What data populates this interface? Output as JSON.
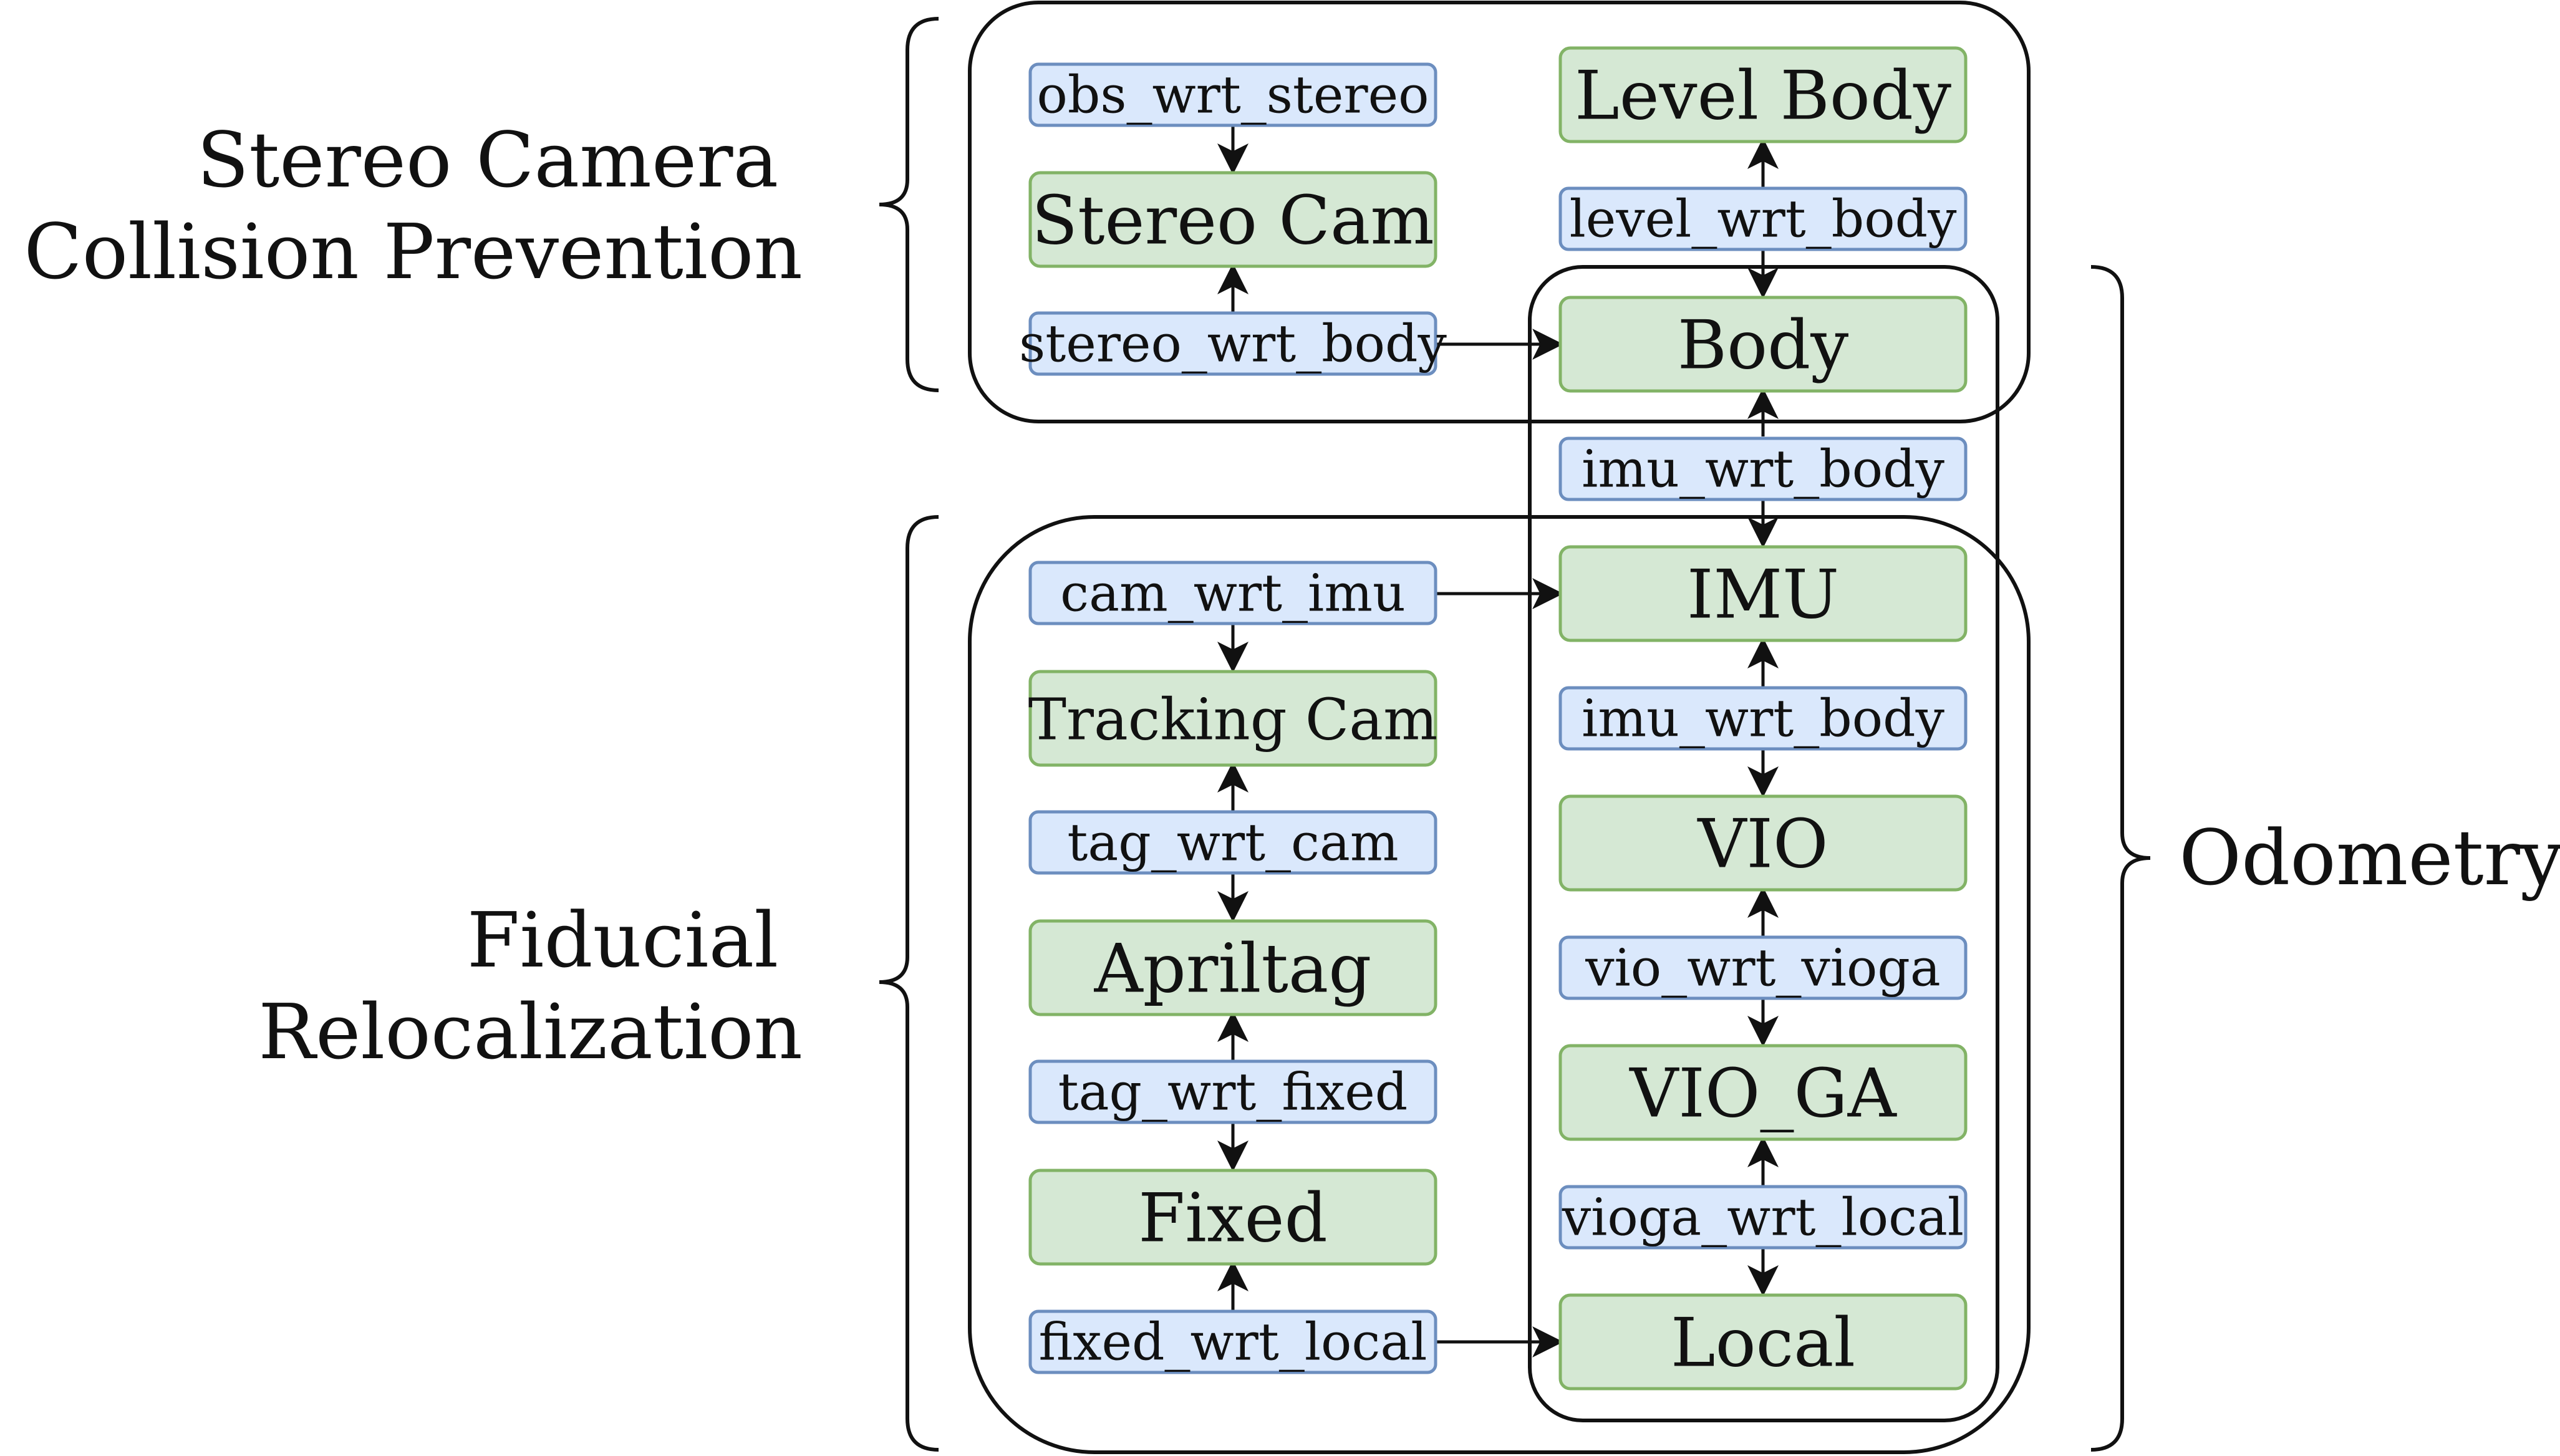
{
  "groups": {
    "stereo": "Stereo Camera\nCollision Prevention",
    "fiducial": "Fiducial\nRelocalization",
    "odometry": "Odometry"
  },
  "frames": {
    "level_body": "Level Body",
    "stereo_cam": "Stereo Cam",
    "body": "Body",
    "imu": "IMU",
    "tracking_cam": "Tracking Cam",
    "vio": "VIO",
    "apriltag": "Apriltag",
    "vio_ga": "VIO_GA",
    "fixed": "Fixed",
    "local": "Local"
  },
  "transforms": {
    "obs_wrt_stereo": "obs_wrt_stereo",
    "level_wrt_body": "level_wrt_body",
    "stereo_wrt_body": "stereo_wrt_body",
    "imu_wrt_body_top": "imu_wrt_body",
    "cam_wrt_imu": "cam_wrt_imu",
    "imu_wrt_body_mid": "imu_wrt_body",
    "tag_wrt_cam": "tag_wrt_cam",
    "vio_wrt_vioga": "vio_wrt_vioga",
    "tag_wrt_fixed": "tag_wrt_fixed",
    "vioga_wrt_local": "vioga_wrt_local",
    "fixed_wrt_local": "fixed_wrt_local"
  },
  "colors": {
    "frame_fill": "#d5e8d4",
    "frame_stroke": "#82b366",
    "transform_fill": "#dae8fc",
    "transform_stroke": "#6c8ebf",
    "line": "#111111"
  }
}
